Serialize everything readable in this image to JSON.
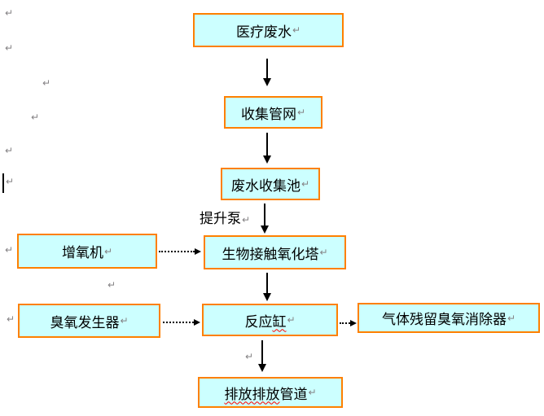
{
  "document": {
    "type": "word-flowchart",
    "background_color": "#ffffff"
  },
  "colors": {
    "box_fill": "#ccffff",
    "box_border": "#ff8000",
    "arrow": "#000000",
    "paragraph_mark": "#848284",
    "spellcheck_underline": "#ff0000"
  },
  "marks": {
    "paragraph_mark": "↵"
  },
  "nodes": {
    "medical_wastewater": {
      "label": "医疗废水"
    },
    "collection_pipe_network": {
      "label": "收集管网"
    },
    "wastewater_collection_pool": {
      "label": "废水收集池"
    },
    "bio_contact_oxidation_tower": {
      "label": "生物接触氧化塔"
    },
    "aerator": {
      "label": "增氧机"
    },
    "reaction_tank": {
      "label": "反应缸",
      "plain_part": "反应",
      "misspelled_part": "缸"
    },
    "ozone_generator": {
      "label": "臭氧发生器"
    },
    "gas_residual_ozone_eliminator": {
      "label": "气体残留臭氧消除器"
    },
    "discharge_pipe": {
      "label": "排放排放管道",
      "misspelled_part": "排放排放",
      "plain_part": "管道"
    }
  },
  "edge_labels": {
    "lift_pump": "提升泵"
  },
  "flow": [
    "医疗废水 → 收集管网 → 废水收集池 → (提升泵) → 生物接触氧化塔 → 反应缸 → 排放排放管道",
    "增氧机 ⇢ 生物接触氧化塔",
    "臭氧发生器 ⇢ 反应缸 ⇢ 气体残留臭氧消除器"
  ]
}
